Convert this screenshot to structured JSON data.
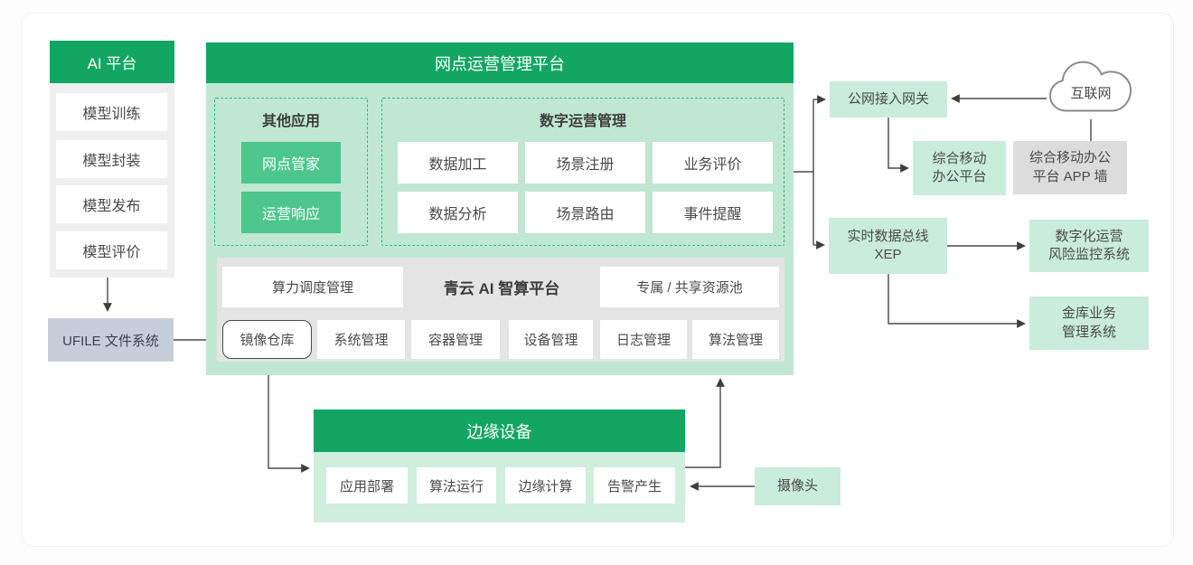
{
  "diagram": {
    "ai_platform": {
      "title": "AI 平台",
      "items": [
        "模型训练",
        "模型封装",
        "模型发布",
        "模型评价"
      ]
    },
    "ufile": {
      "label": "UFILE 文件系统"
    },
    "main_platform": {
      "title": "网点运营管理平台",
      "other_apps": {
        "title": "其他应用",
        "chips": [
          "网点管家",
          "运营响应"
        ]
      },
      "digital_ops": {
        "title": "数字运营管理",
        "items": [
          "数据加工",
          "场景注册",
          "业务评价",
          "数据分析",
          "场景路由",
          "事件提醒"
        ]
      },
      "compute": {
        "left_box": "算力调度管理",
        "title": "青云 AI 智算平台",
        "right_box": "专属 / 共享资源池",
        "modules": [
          "镜像仓库",
          "系统管理",
          "容器管理",
          "设备管理",
          "日志管理",
          "算法管理"
        ]
      }
    },
    "edge_device": {
      "title": "边缘设备",
      "items": [
        "应用部署",
        "算法运行",
        "边缘计算",
        "告警产生"
      ]
    },
    "external": {
      "gateway": "公网接入网关",
      "internet": "互联网",
      "mobile_office": {
        "line1": "综合移动",
        "line2": "办公平台"
      },
      "app_wall": {
        "line1": "综合移动办公",
        "line2": "平台 APP 墙"
      },
      "xep": {
        "line1": "实时数据总线",
        "line2": "XEP"
      },
      "risk_monitor": {
        "line1": "数字化运营",
        "line2": "风险监控系统"
      },
      "vault": {
        "line1": "金库业务",
        "line2": "管理系统"
      },
      "camera": "摄像头"
    },
    "colors": {
      "header_green": "#12a662",
      "chip_green": "#4cc68c",
      "main_body_green": "#c0e7d1",
      "edge_body_green": "#cfeede",
      "mint_box": "#c9ecdc",
      "gray_panel": "#e4e4e4",
      "left_column_gray": "#efefef",
      "ufile_gray": "#c6cfd9",
      "app_wall_gray": "#dcdcdc",
      "dashed_border": "#2cbc87",
      "connector": "#4a4a4a"
    }
  }
}
